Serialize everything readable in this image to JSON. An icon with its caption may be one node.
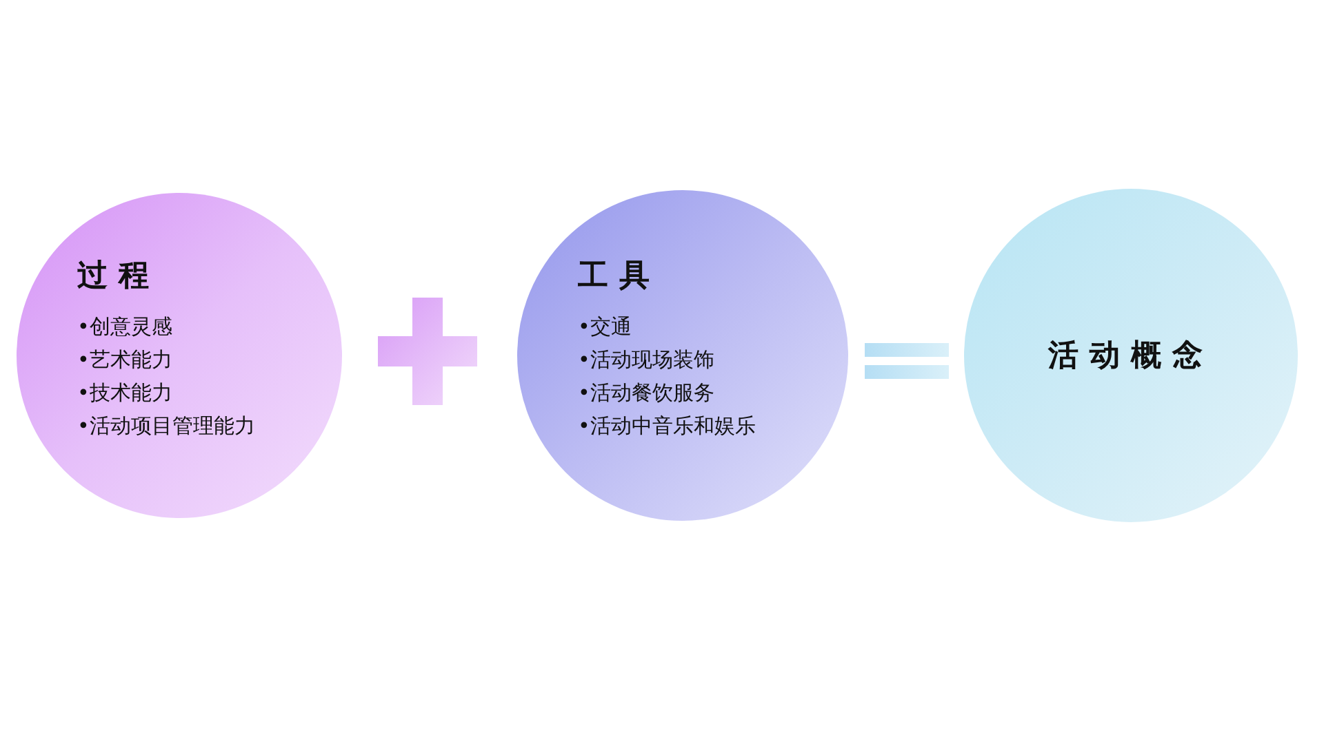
{
  "diagram": {
    "nodes": [
      {
        "text": [
          "过程",
          "•创意灵感",
          "•艺术能力",
          "•技术能力",
          "•活动项目管理能力"
        ]
      },
      {
        "text": [
          "工具",
          "•交通",
          "•活动现场装饰",
          "•活动餐饮服务",
          "•活动中音乐和娱乐"
        ]
      },
      {
        "text": [
          "活动概念"
        ]
      }
    ]
  }
}
